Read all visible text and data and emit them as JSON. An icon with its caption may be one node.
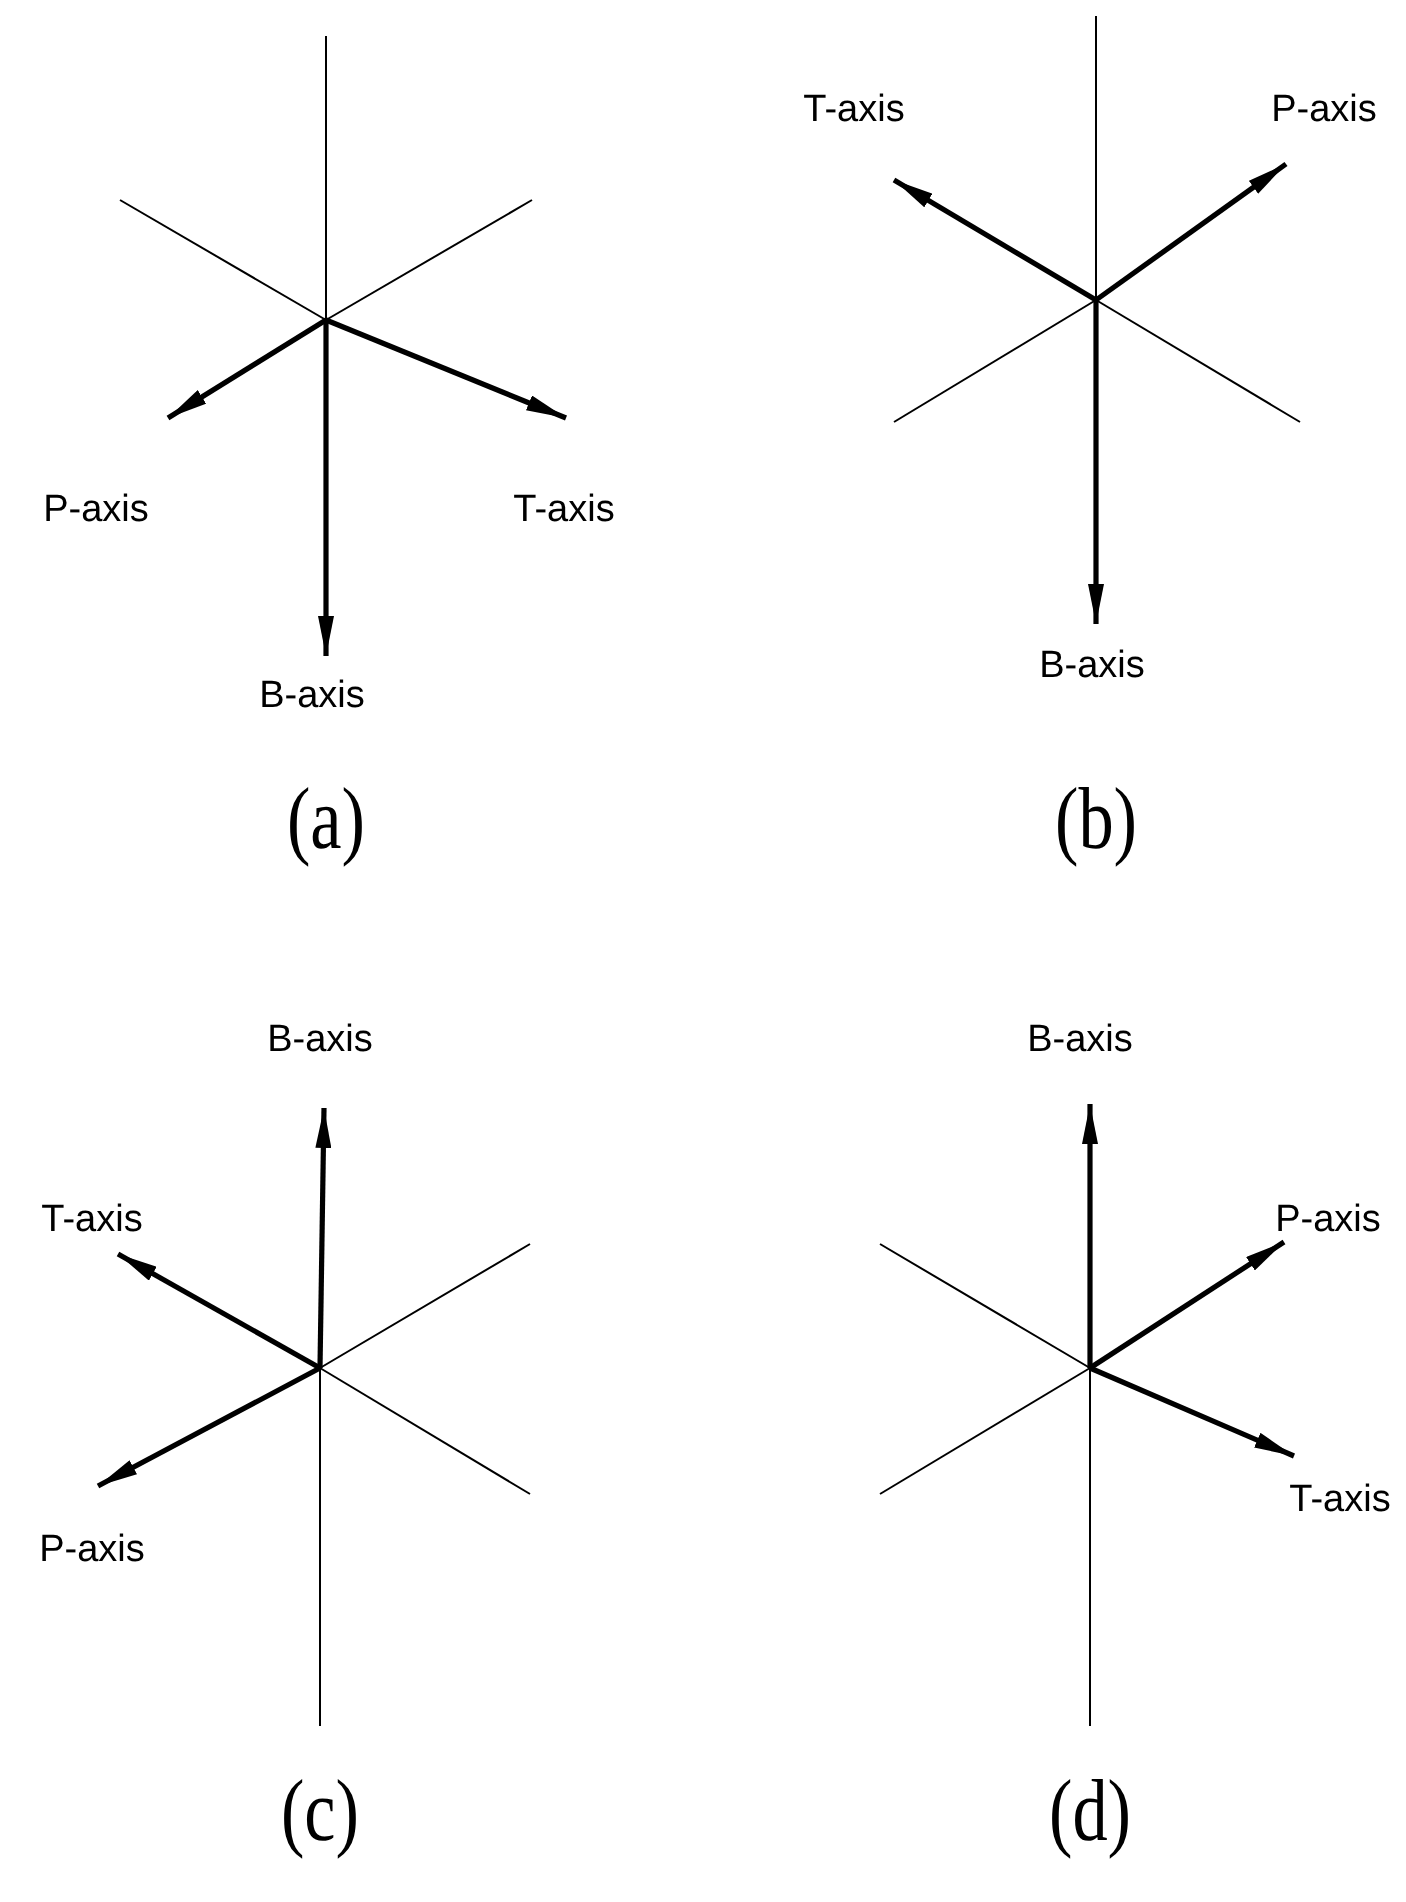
{
  "diagram": {
    "nodes": [
      {
        "text": [
          "P-axis"
        ]
      },
      {
        "text": [
          "T-axis"
        ]
      },
      {
        "text": [
          "B-axis"
        ]
      },
      {
        "text": [
          "T-axis"
        ]
      },
      {
        "text": [
          "P-axis"
        ]
      },
      {
        "text": [
          "B-axis"
        ]
      },
      {
        "text": [
          "B-axis"
        ]
      },
      {
        "text": [
          "T-axis"
        ]
      },
      {
        "text": [
          "P-axis"
        ]
      },
      {
        "text": [
          "B-axis"
        ]
      },
      {
        "text": [
          "P-axis"
        ]
      },
      {
        "text": [
          "T-axis"
        ]
      }
    ],
    "edges": [
      {
        "from": null,
        "to": 0,
        "arrow": "to"
      },
      {
        "from": null,
        "to": 1,
        "arrow": "to"
      },
      {
        "from": null,
        "to": 2,
        "arrow": "to"
      },
      {
        "from": null,
        "to": 3,
        "arrow": "to"
      },
      {
        "from": null,
        "to": 4,
        "arrow": "to"
      },
      {
        "from": null,
        "to": 5,
        "arrow": "to"
      },
      {
        "from": null,
        "to": 6,
        "arrow": "to"
      },
      {
        "from": null,
        "to": 7,
        "arrow": "to"
      },
      {
        "from": null,
        "to": 8,
        "arrow": "to"
      },
      {
        "from": null,
        "to": 9,
        "arrow": "to"
      },
      {
        "from": null,
        "to": 10,
        "arrow": "to"
      },
      {
        "from": null,
        "to": 11,
        "arrow": "to"
      }
    ],
    "labels": [
      "(a)",
      "(b)",
      "(c)",
      "(d)"
    ]
  }
}
